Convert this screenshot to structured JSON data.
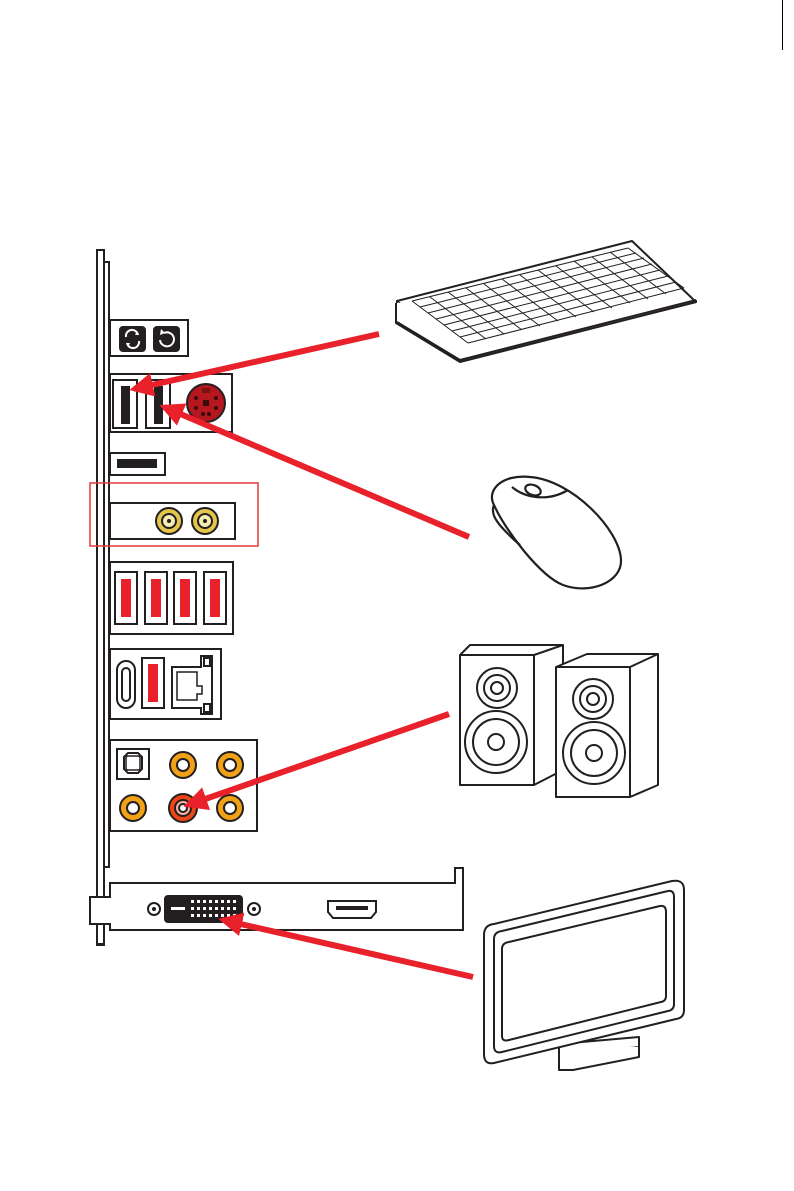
{
  "diagram": {
    "io_panel": {
      "ports": [
        "clear-cmos-button",
        "flash-bios-button",
        "usb-2-ports",
        "ps2-port",
        "bios-flashback-usb",
        "wifi-antenna-connectors",
        "usb-3-ports",
        "usb-c-port",
        "usb-a-port",
        "lan-port",
        "optical-spdif-out",
        "audio-jacks"
      ]
    },
    "graphics_card_bracket": {
      "ports": [
        "dvi-d-port",
        "hdmi-port"
      ]
    },
    "peripherals": [
      "keyboard-icon",
      "mouse-icon",
      "speakers-icon",
      "monitor-icon"
    ],
    "connections": [
      {
        "from": "keyboard-icon",
        "to": "usb-port"
      },
      {
        "from": "mouse-icon",
        "to": "usb-port"
      },
      {
        "from": "speakers-icon",
        "to": "line-out-jack"
      },
      {
        "from": "monitor-icon",
        "to": "dvi-d-port"
      }
    ],
    "colors": {
      "arrow": "#e8212b",
      "usb3": "#e8212b",
      "ps2": "#b5171e",
      "antenna": "#e2c64a",
      "audio_ring": "#f0a116",
      "line_out": "#ef4416",
      "highlight_box": "#e33a3a",
      "outline": "#231f20"
    }
  }
}
